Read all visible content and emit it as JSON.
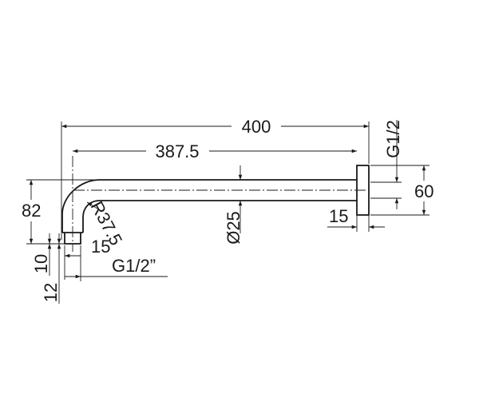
{
  "drawing": {
    "dimensions": {
      "overall_length": "400",
      "reach": "387.5",
      "thread_outlet": "G1/2”",
      "thread_wall": "G1/2",
      "flange_diameter": "60",
      "flange_depth": "15",
      "pipe_diameter": "Ø25",
      "bend_radius": "R37.5",
      "drop_height": "82",
      "outlet_length": "15",
      "outlet_offset_10": "10",
      "outlet_offset_12": "12"
    },
    "line_color": "#1a1a1a"
  }
}
